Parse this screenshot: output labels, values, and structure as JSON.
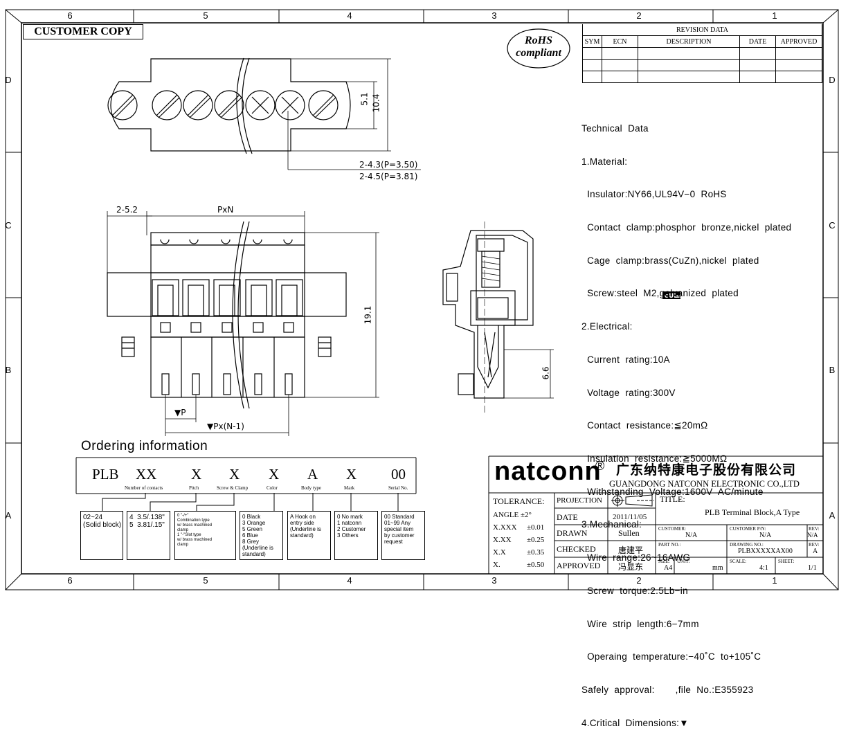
{
  "zones": {
    "top": [
      "6",
      "5",
      "4",
      "3",
      "2",
      "1"
    ],
    "bottom": [
      "6",
      "5",
      "4",
      "3",
      "2",
      "1"
    ],
    "left": [
      "D",
      "C",
      "B",
      "A"
    ],
    "right": [
      "D",
      "C",
      "B",
      "A"
    ]
  },
  "stamp": "CUSTOMER COPY",
  "rohs": {
    "line1": "RoHS",
    "line2": "compliant"
  },
  "revision": {
    "title": "REVISION DATA",
    "headers": [
      "SYM",
      "ECN",
      "DESCRIPTION",
      "DATE",
      "APPROVED"
    ]
  },
  "dimensions": {
    "d51": "5.1",
    "d104": "10.4",
    "hole1": "2-4.3(P=3.50)",
    "hole2": "2-4.5(P=3.81)",
    "d52": "2-5.2",
    "pxn": "PxN",
    "d191": "19.1",
    "p": "▼P",
    "pxn1": "▼Px(N-1)",
    "d66": "6.6"
  },
  "technical": [
    "Technical  Data",
    "1.Material:",
    "  Insulator:NY66,UL94V−0  RoHS",
    "  Contact  clamp:phosphor  bronze,nickel  plated",
    "  Cage  clamp:brass(CuZn),nickel  plated",
    "  Screw:steel  M2,galvanized  plated",
    "2.Electrical:",
    "  Current  rating:10A",
    "  Voltage  rating:300V",
    "  Contact  resistance:≦20mΩ",
    "  Insulation  resistance:≧5000MΩ",
    "  Withstanding  Voltage:1600V  AC/minute",
    "3.Mechanical:",
    "  Wire  range:26~16AWG",
    "  Screw  torque:2.5Lb−in",
    "  Wire  strip  length:6−7mm",
    "  Operaing  temperature:−40˚C  to+105˚C",
    "Safely  approval:",
    "4.Critical  Dimensions:▼"
  ],
  "safety": {
    "tail": ",file  No.:E355923"
  },
  "ordering": {
    "title": "Ordering  information",
    "codes": [
      "PLB",
      "XX",
      "X",
      "X",
      "X",
      "A",
      "X",
      "00"
    ],
    "labels": [
      "Number of contacts",
      "Pitch",
      "Screw & Clamp",
      "Color",
      "Body type",
      "Mark",
      "Serial No."
    ],
    "boxes": [
      "02~24\n(Solid block)",
      "4  3.5/.138\"\n5  3.81/.15\"",
      "0 \"-/+\"\nCombination type\nw/ brass machined\nclamp\n1 \"-\"Slot type\nw/ brass machined\nclamp",
      "0 Black\n3 Orange\n5 Green\n6 Blue\n8 Grey\n(Underline is\nstandard)",
      "A Hook on\nentry side\n(Underline is\nstandard)",
      "0 No mark\n1 natconn\n2 Customer\n3 Others",
      "00 Standard\n01~99 Any\nspecial item\nby customer\nrequest"
    ]
  },
  "titleblock": {
    "logo": "natconn",
    "reg": "®",
    "cn": "广东纳特康电子股份有限公司",
    "en": "GUANGDONG NATCONN ELECTRONIC CO.,LTD",
    "tolerance": "TOLERANCE:",
    "angle": "ANGLE ±2°",
    "tols": [
      [
        "X.XXX",
        "±0.01"
      ],
      [
        "X.XX",
        "±0.25"
      ],
      [
        "X.X",
        "±0.35"
      ],
      [
        "X.",
        "±0.50"
      ]
    ],
    "projection": "PROJECTION",
    "date_l": "DATE",
    "date_v": "2011/11/05",
    "drawn_l": "DRAWN",
    "drawn_v": "Sullen",
    "checked_l": "CHECKED",
    "checked_v": "唐建平",
    "approved_l": "APPROVED",
    "approved_v": "冯显东",
    "title_l": "TITLE:",
    "title_v": "PLB  Terminal Block,A Type",
    "customer_l": "CUSTOMER:",
    "customer_v": "N/A",
    "custpn_l": "CUSTOMER P/N:",
    "custpn_v": "N/A",
    "rev_l": "REV:",
    "rev_v": "N/A",
    "partno_l": "PART NO.:",
    "drawno_l": "DRAWING NO.:",
    "drawno_v": "PLBXXXXXAX00",
    "rev2_l": "REV:",
    "rev2_v": "A",
    "size_l": "SIZE:",
    "size_v": "A4",
    "unit_l": "UNIT:",
    "unit_v": "mm",
    "scale_l": "SCALE:",
    "scale_v": "4:1",
    "sheet_l": "SHEET:",
    "sheet_v": "1/1"
  }
}
